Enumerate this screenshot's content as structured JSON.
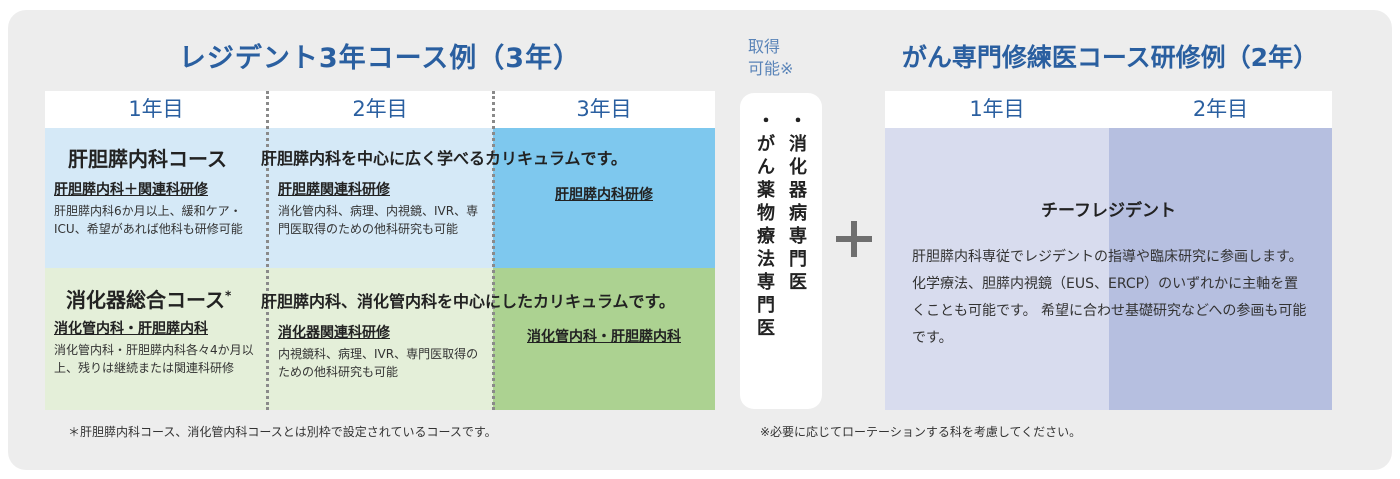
{
  "left": {
    "title": "レジデント3年コース例（3年）",
    "years": [
      "1年目",
      "2年目",
      "3年目"
    ],
    "courses": [
      {
        "name": "肝胆膵内科コース",
        "sup": "",
        "description": "肝胆膵内科を中心に広く学べるカリキュラムです。",
        "y1_head": "肝胆膵内科＋関連科研修",
        "y1_text": "肝胆膵内科6か月以上、緩和ケア・ICU、希望があれば他科も研修可能",
        "y2_head": "肝胆膵関連科研修",
        "y2_text": "消化管内科、病理、内視鏡、IVR、専門医取得のための他科研究も可能",
        "y3_head": "肝胆膵内科研修"
      },
      {
        "name": "消化器総合コース",
        "sup": "*",
        "description": "肝胆膵内科、消化管内科を中心にしたカリキュラムです。",
        "y1_head": "消化管内科・肝胆膵内科",
        "y1_text": "消化管内科・肝胆膵内科各々4か月以上、残りは継続または関連科研修",
        "y2_head": "消化器関連科研修",
        "y2_text": "内視鏡科、病理、IVR、専門医取得のための他科研究も可能",
        "y3_head": "消化管内科・肝胆膵内科"
      }
    ],
    "footnote": "＊肝胆膵内科コース、消化管内科コースとは別枠で設定されているコースです。"
  },
  "middle": {
    "acquire_label_line1": "取得",
    "acquire_label_line2": "可能※",
    "qualifications": [
      "・消化器病専門医",
      "・がん薬物療法専門医"
    ]
  },
  "right": {
    "title": "がん専門修練医コース研修例（2年）",
    "years": [
      "1年目",
      "2年目"
    ],
    "chief_title": "チーフレジデント",
    "chief_desc": "肝胆膵内科専従でレジデントの指導や臨床研究に参画します。化学療法、胆膵内視鏡（EUS、ERCP）のいずれかに主軸を置くことも可能です。 希望に合わせ基礎研究などへの参画も可能です。",
    "footnote": "※必要に応じてローテーションする科を考慮してください。"
  },
  "colors": {
    "title_blue": "#2a5fa0",
    "light_blue": "#d5e9f7",
    "sky_blue": "#7ec8ee",
    "light_green": "#e4efd9",
    "green": "#acd291",
    "lavender": "#d8dcee",
    "periwinkle": "#b6bfe0"
  },
  "icons": {
    "plus": "plus-icon"
  }
}
